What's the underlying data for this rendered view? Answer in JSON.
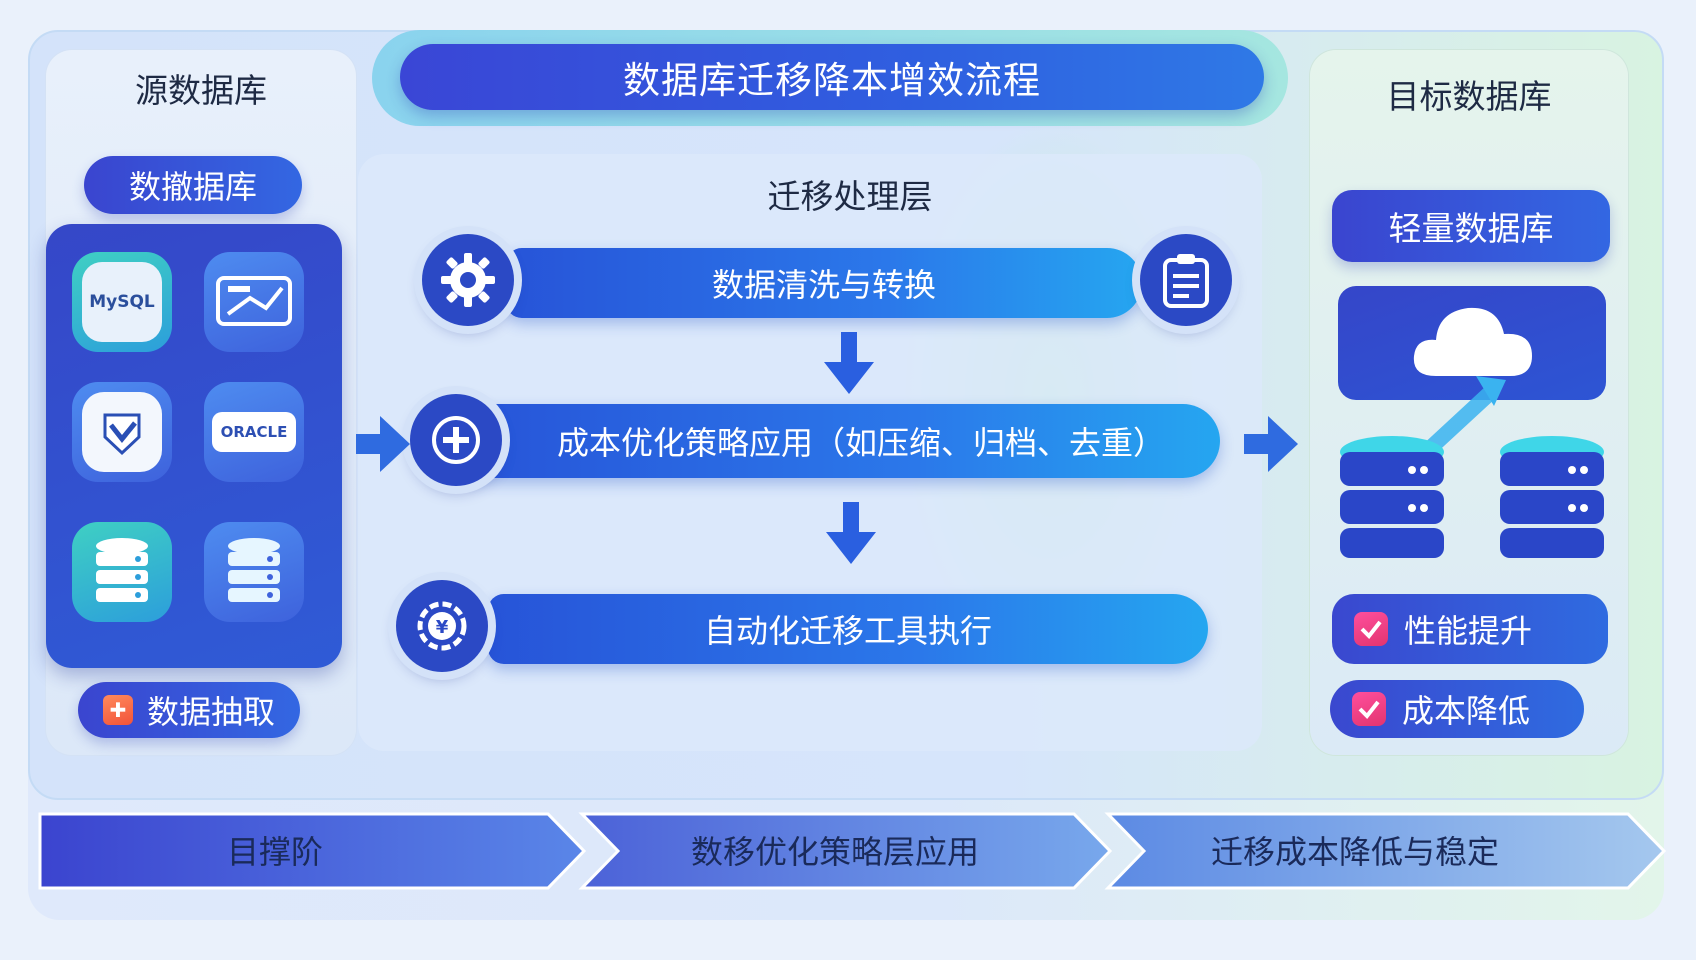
{
  "header": {
    "title": "数据库迁移降本增效流程"
  },
  "source": {
    "title": "源数据库",
    "db_label": "数撤据库",
    "tiles": [
      {
        "icon": "mysql-icon",
        "text": "MySQL"
      },
      {
        "icon": "monitor-chart-icon",
        "text": ""
      },
      {
        "icon": "document-check-icon",
        "text": ""
      },
      {
        "icon": "oracle-icon",
        "text": "ORACLE"
      },
      {
        "icon": "database-icon",
        "text": ""
      },
      {
        "icon": "database-icon",
        "text": ""
      }
    ],
    "extract_label": "数据抽取"
  },
  "middle": {
    "title": "迁移处理层",
    "steps": [
      {
        "label": "数据清洗与转换",
        "icon": "gear-icon",
        "right_icon": "clipboard-icon"
      },
      {
        "label": "成本优化策略应用（如压缩、归档、去重）",
        "icon": "globe-plus-icon"
      },
      {
        "label": "自动化迁移工具执行",
        "icon": "yen-gear-icon"
      }
    ]
  },
  "target": {
    "title": "目标数据库",
    "db_label": "轻量数据库",
    "benefits": [
      "性能提升",
      "成本降低"
    ]
  },
  "bottom": {
    "stages": [
      "目撑阶",
      "数移优化策略层应用",
      "迁移成本降低与稳定"
    ]
  },
  "colors": {
    "primary": "#3a46d6",
    "accent": "#25a6f0",
    "check": "#e2346f"
  }
}
